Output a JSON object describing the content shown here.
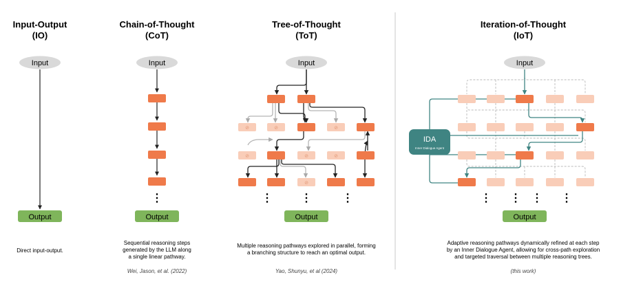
{
  "colors": {
    "node_dark": "#ef7a4a",
    "node_light": "#f9cdb8",
    "node_light_text": "#e9a487",
    "input_pill": "#d9d9d9",
    "output_box": "#7fb55b",
    "ida_box": "#3f8482",
    "teal_line": "#3f8482",
    "arrow": "#222222",
    "grey_arrow": "#9a9a9a",
    "divider": "#c8c8c8"
  },
  "panels": [
    {
      "id": "io",
      "title": "Input-Output",
      "subtitle": "(IO)",
      "input_label": "Input",
      "output_label": "Output",
      "description": [
        "Direct input-output."
      ],
      "citation": ""
    },
    {
      "id": "cot",
      "title": "Chain-of-Thought",
      "subtitle": "(CoT)",
      "input_label": "Input",
      "output_label": "Output",
      "description": [
        "Sequential reasoning steps",
        "generated by the LLM along",
        "a single linear pathway."
      ],
      "citation": "Wei, Jason, et al. (2022)"
    },
    {
      "id": "tot",
      "title": "Tree-of-Thought",
      "subtitle": "(ToT)",
      "input_label": "Input",
      "output_label": "Output",
      "description": [
        "Multiple reasoning pathways explored in parallel, forming",
        "a branching structure to reach an optimal output."
      ],
      "citation": "Yao, Shunyu, et al (2024)"
    },
    {
      "id": "iot",
      "title": "Iteration-of-Thought",
      "subtitle": "(IoT)",
      "input_label": "Input",
      "output_label": "Output",
      "description": [
        "Adaptive reasoning pathways dynamically refined at each step",
        "by an Inner Dialogue Agent, allowing for cross-path exploration",
        "and targeted traversal between multiple reasoning trees."
      ],
      "citation": "(this work)"
    }
  ],
  "ida": {
    "label": "IDA",
    "sublabel": "Inner Dialogue Agent"
  },
  "ellipsis": "⋮",
  "rejected_mark": "⊘"
}
